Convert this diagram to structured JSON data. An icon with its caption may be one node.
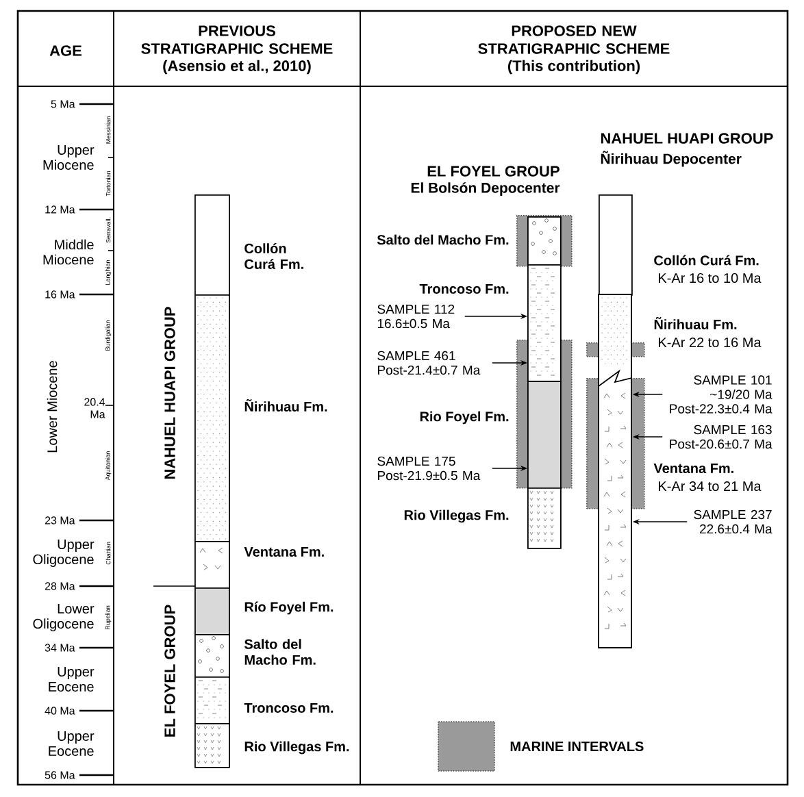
{
  "diagram": {
    "nodes": [
      {
        "text": [
          "SAMPLE 112 16.6±0.5 Ma"
        ]
      },
      {
        "text": [
          "SAMPLE 461 Post-21.4±0.7 Ma"
        ]
      },
      {
        "text": [
          "SAMPLE 175 Post-21.9±0.5 Ma"
        ]
      },
      {
        "text": [
          "SAMPLE 101 ~19/20 Ma Post-22.3±0.4 Ma"
        ]
      },
      {
        "text": [
          "SAMPLE 163 Post-20.6±0.7 Ma"
        ]
      },
      {
        "text": [
          "SAMPLE 237 22.6±0.4 Ma"
        ]
      },
      {
        "text": [],
        "shape": "bar"
      },
      {
        "text": [],
        "shape": "bar"
      },
      {
        "text": [],
        "shape": "bar"
      },
      {
        "text": [],
        "shape": "bar"
      },
      {
        "text": [],
        "shape": "bar"
      },
      {
        "text": [],
        "shape": "bar",
        "in": 7
      },
      {
        "text": [],
        "shape": "bar",
        "beside": [
          "Ventana Fm.",
          "K-Ar 34 to 21 Ma"
        ]
      },
      {
        "text": [],
        "shape": "bar",
        "beside": [
          "Collón Curá Fm."
        ]
      },
      {
        "text": [],
        "shape": "bar",
        "beside": [
          "Ñirihuau Fm."
        ]
      },
      {
        "text": [],
        "shape": "bar",
        "beside": [
          "Ventana Fm."
        ]
      },
      {
        "text": [],
        "shape": "bar",
        "beside": [
          "Río Foyel Fm."
        ]
      },
      {
        "text": [],
        "shape": "bar",
        "beside": [
          "Salto del Macho Fm."
        ]
      },
      {
        "text": [],
        "shape": "bar",
        "beside": [
          "Troncoso Fm."
        ]
      },
      {
        "text": [],
        "shape": "bar",
        "beside": [
          "Rio Villegas Fm."
        ]
      },
      {
        "text": [],
        "shape": "bar",
        "in": 6
      },
      {
        "text": [],
        "shape": "bar",
        "beside": [
          "Rio Villegas Fm."
        ]
      },
      {
        "text": [],
        "shape": "bar",
        "beside": [
          "Collón Curá Fm.",
          "K-Ar 16 to 10 Ma"
        ]
      },
      {
        "text": [],
        "shape": "bar",
        "beside": [
          "Ñirihuau Fm.",
          "K-Ar 22 to 16 Ma"
        ]
      }
    ],
    "edges": [
      {
        "from": 0,
        "to": 10,
        "arrow": "to"
      },
      {
        "from": 1,
        "to": 10,
        "arrow": "to"
      },
      {
        "from": 2,
        "to": 11,
        "arrow": "to"
      },
      {
        "from": 3,
        "to": 12,
        "arrow": "to"
      },
      {
        "from": 4,
        "to": 12,
        "arrow": "to"
      },
      {
        "from": 5,
        "to": 12,
        "arrow": "to"
      }
    ],
    "labels": [
      "AGE",
      "PREVIOUS STRATIGRAPHIC SCHEME",
      "(Asensio et al., 2010)",
      "PROPOSED NEW STRATIGRAPHIC SCHEME",
      "(This contribution)",
      "5 Ma",
      "Messinian",
      "Upper Miocene",
      "Tortonian",
      "12 Ma",
      "Serravall.",
      "Middle Miocene",
      "Langhian",
      "16 Ma",
      "Burdigalian",
      "Lower Miocene",
      "20.4 Ma",
      "Aquitanian",
      "23 Ma",
      "Upper Oligocene",
      "Chattian",
      "28 Ma",
      "Lower Oligocene",
      "Rupelian",
      "34 Ma",
      "Upper Eocene",
      "40 Ma",
      "Upper Eocene",
      "56 Ma",
      "NAHUEL HUAPI GROUP",
      "EL FOYEL GROUP",
      "NAHUEL HUAPI GROUP",
      "Ñirihuau Depocenter",
      "EL FOYEL GROUP",
      "El Bolsón Depocenter",
      "Salto del Macho Fm.",
      "Troncoso Fm.",
      "Rio Foyel Fm."
    ],
    "legend": [
      {
        "text": "MARINE INTERVALS",
        "color": "#9a9a9a"
      }
    ]
  }
}
